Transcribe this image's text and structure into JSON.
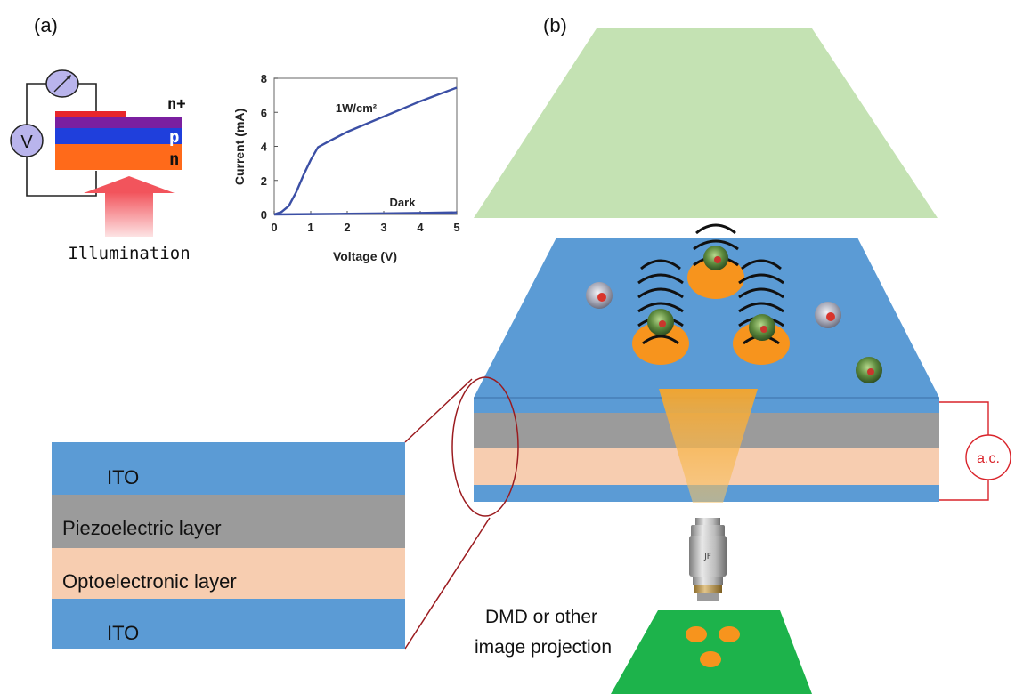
{
  "panel_a": {
    "label": "(a)",
    "meter_voltage": "V",
    "layer_labels": [
      "n+",
      "p",
      "n"
    ],
    "illumination_label": "Illumination",
    "colors": {
      "n_plus": "#e8262b",
      "p": "#1f3fdc",
      "p_edge": "#7a1fa0",
      "n": "#ff6a1a",
      "arrow": "#f4656b"
    },
    "iv_chart": {
      "xlabel": "Voltage (V)",
      "ylabel": "Current (mA)",
      "xticks": [
        "0",
        "1",
        "2",
        "3",
        "4",
        "5"
      ],
      "yticks": [
        "0",
        "2",
        "4",
        "6",
        "8"
      ]
    }
  },
  "panel_b": {
    "label": "(b)",
    "ac_label": "a.c.",
    "projection_label_line1": "DMD or other",
    "projection_label_line2": "image projection",
    "objective_engraving": "JF",
    "colors": {
      "top_plate": "#c4e2b3",
      "chip_top": "#5b9bd5",
      "ito": "#5b9bd5",
      "piezo": "#9b9b9b",
      "opto": "#f7cdb0",
      "dmd": "#1db34b",
      "spot": "#f7941d",
      "wire": "#d9232a"
    }
  },
  "layer_stack": {
    "labels": [
      "ITO",
      "Piezoelectric layer",
      "Optoelectronic layer",
      "ITO"
    ]
  },
  "chart_data": {
    "type": "line",
    "title": "",
    "xlabel": "Voltage (V)",
    "ylabel": "Current (mA)",
    "xlim": [
      0,
      5
    ],
    "ylim": [
      0,
      8
    ],
    "grid": false,
    "series": [
      {
        "name": "1W/cm²",
        "x": [
          0,
          0.2,
          0.4,
          0.6,
          0.8,
          1.0,
          1.2,
          1.5,
          2.0,
          2.5,
          3.0,
          3.5,
          4.0,
          4.5,
          5.0
        ],
        "y": [
          0,
          0.15,
          0.5,
          1.3,
          2.3,
          3.2,
          3.95,
          4.3,
          4.85,
          5.3,
          5.75,
          6.2,
          6.65,
          7.05,
          7.45
        ]
      },
      {
        "name": "Dark",
        "x": [
          0,
          1,
          2,
          3,
          4,
          5
        ],
        "y": [
          0,
          0.02,
          0.04,
          0.06,
          0.09,
          0.12
        ]
      }
    ]
  }
}
